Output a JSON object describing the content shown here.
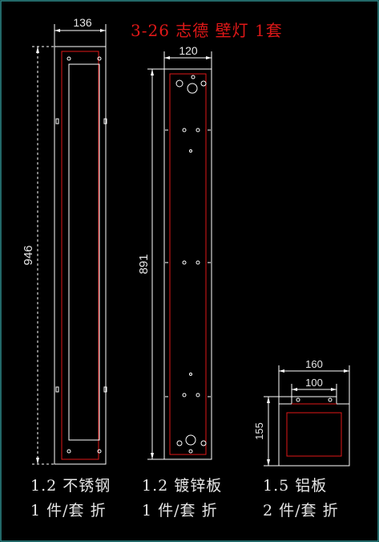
{
  "drawing": {
    "title": "3-26 志德 壁灯 1套",
    "frame_color": "#2d8a8a",
    "outline_color": "#ffffff",
    "hidden_line_color": "#e01818"
  },
  "parts": [
    {
      "id": "stainless-part",
      "width_label": "136",
      "height_label": "946",
      "material": "1.2 不锈钢",
      "quantity": "1 件/套 折"
    },
    {
      "id": "galvanized-part",
      "width_label": "120",
      "height_label": "891",
      "material": "1.2 镀锌板",
      "quantity": "1 件/套 折"
    },
    {
      "id": "aluminum-part",
      "outer_width_label": "160",
      "inner_width_label": "100",
      "height_label": "155",
      "material": "1.5 铝板",
      "quantity": "2 件/套 折"
    }
  ]
}
